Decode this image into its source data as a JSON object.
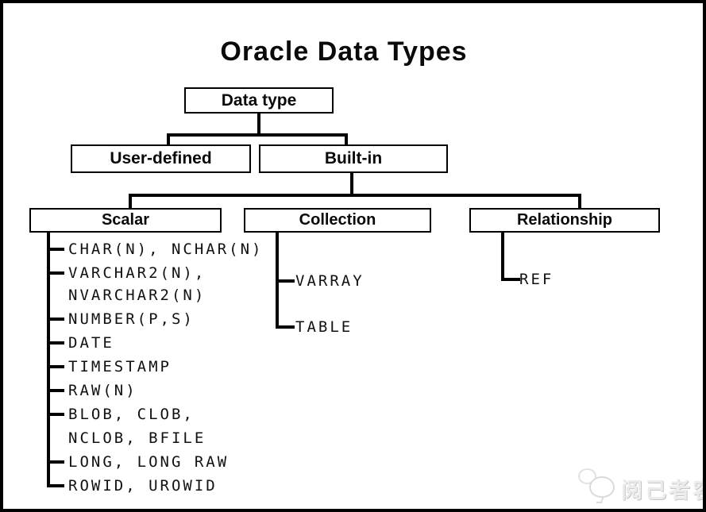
{
  "title": "Oracle Data Types",
  "nodes": {
    "data_type": "Data type",
    "user_defined": "User-defined",
    "built_in": "Built-in",
    "scalar": "Scalar",
    "collection": "Collection",
    "relationship": "Relationship"
  },
  "leaves": {
    "scalar": [
      "CHAR(N), NCHAR(N)",
      "VARCHAR2(N),",
      "NVARCHAR2(N)",
      "NUMBER(P,S)",
      "DATE",
      "TIMESTAMP",
      "RAW(N)",
      "BLOB, CLOB,",
      "NCLOB, BFILE",
      "LONG, LONG RAW",
      "ROWID, UROWID"
    ],
    "collection": [
      "VARRAY",
      "TABLE"
    ],
    "relationship": [
      "REF"
    ]
  },
  "watermark": {
    "text": "阅己者容",
    "icon": "speech-bubbles-icon"
  },
  "colors": {
    "line": "#000000",
    "background": "#ffffff",
    "watermark_text": "#ececec"
  }
}
